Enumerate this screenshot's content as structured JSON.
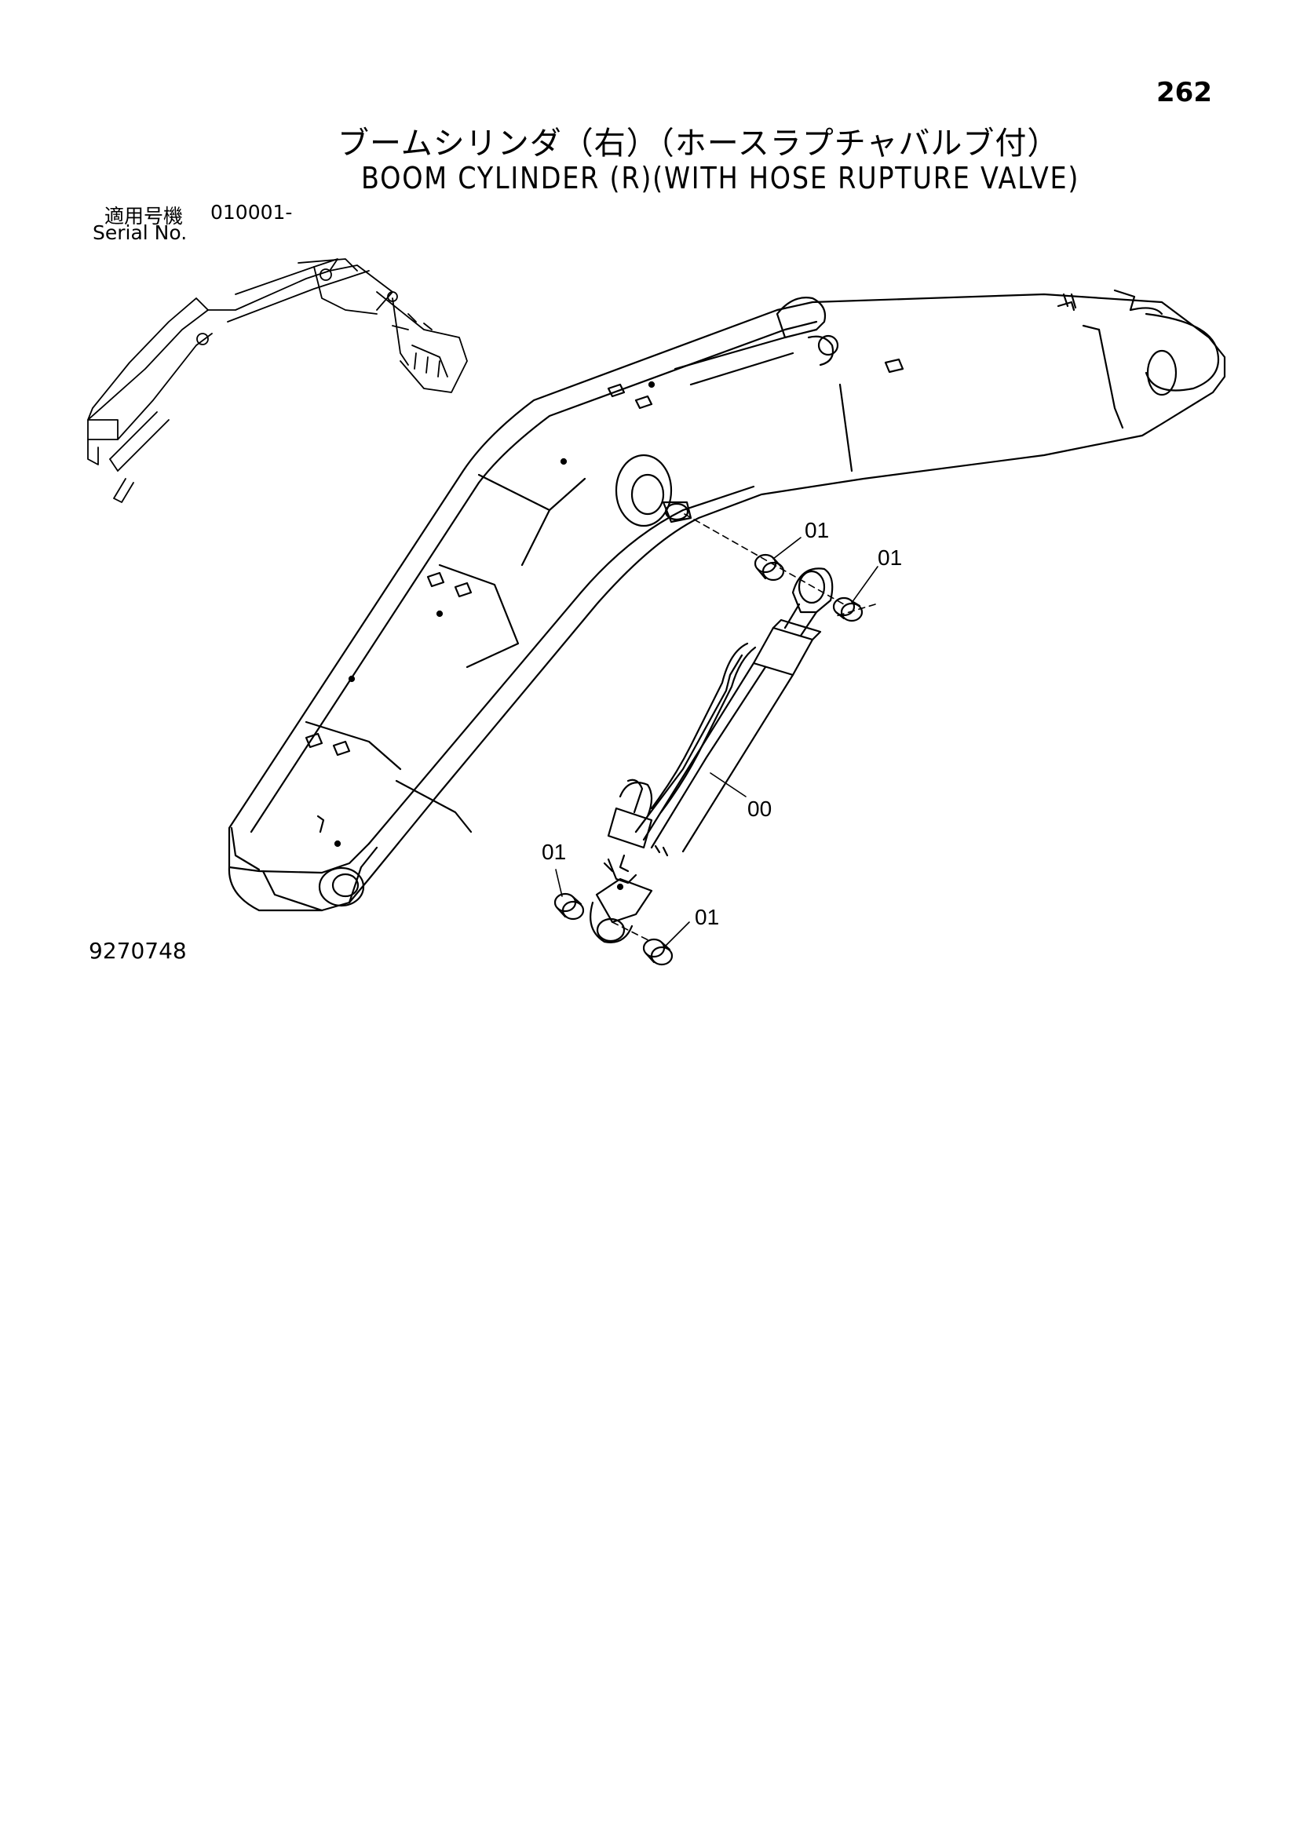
{
  "page": {
    "number": "262",
    "title_jp": "ブームシリンダ（右）（ホースラプチャバルブ付）",
    "title_en": "BOOM CYLINDER (R)(WITH HOSE RUPTURE VALVE)",
    "serial_label_jp": "適用号機",
    "serial_value": "010001-",
    "serial_label_en": "Serial No.",
    "figure_number": "9270748"
  },
  "callouts": [
    "01",
    "01",
    "00",
    "01",
    "01"
  ]
}
